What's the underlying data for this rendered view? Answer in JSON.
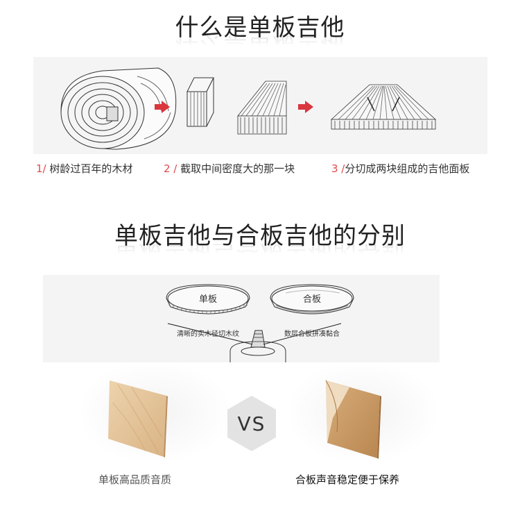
{
  "section1": {
    "title": "什么是单板吉他",
    "steps": [
      {
        "num": "1/",
        "text": " 树龄过百年的木材"
      },
      {
        "num": "2 /",
        "text": " 截取中间密度大的那一块"
      },
      {
        "num": "3 /",
        "text": "分切成两块组成的吉他面板"
      }
    ]
  },
  "section2": {
    "title": "单板吉他与合板吉他的分别",
    "diagram": {
      "left_disc": "单板",
      "right_disc": "合板",
      "left_caption": "清晰的实木径切木纹",
      "right_caption": "数层合板拼凑黏合"
    },
    "vs": "VS",
    "left_label": "单板高品质音质",
    "right_label": "合板声音稳定便于保养"
  },
  "colors": {
    "accent": "#d9363e",
    "step_number": "#e04a4a",
    "wood_light": "#e8c9a0",
    "wood_dark": "#c89a66"
  }
}
